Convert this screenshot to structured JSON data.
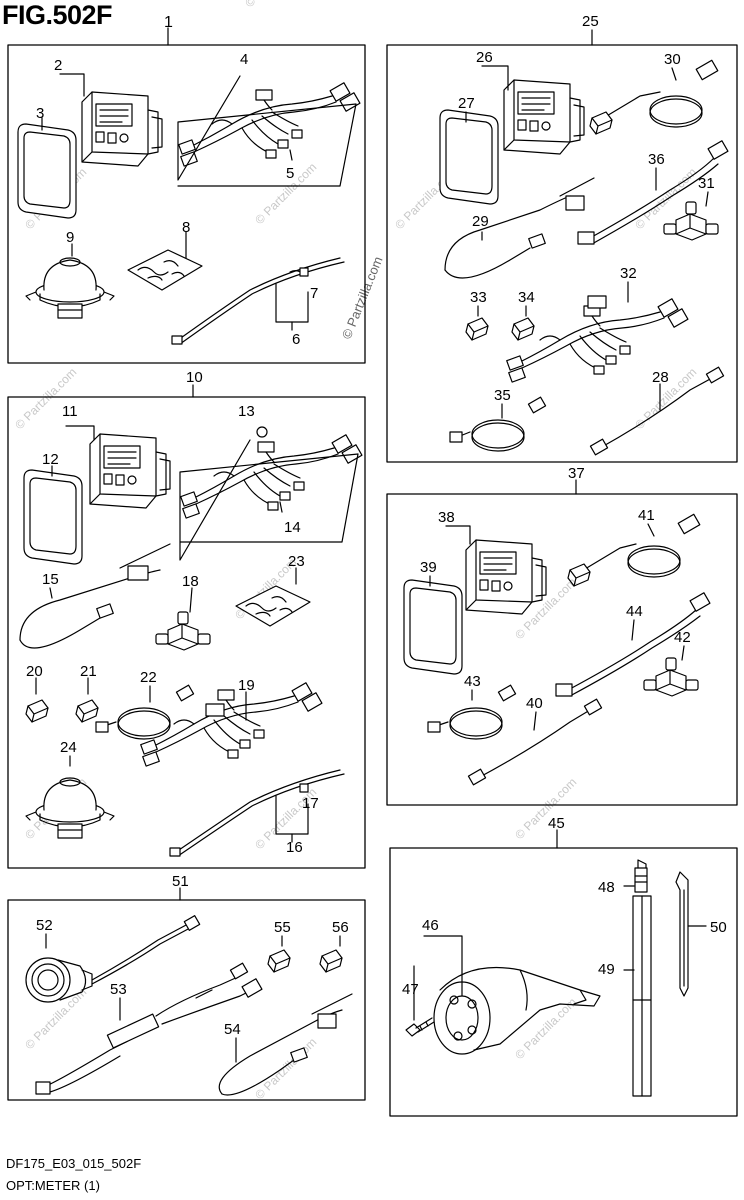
{
  "figure": {
    "title": "FIG.502F",
    "sub_number": "1",
    "code": "DF175_E03_015_502F",
    "caption": "OPT:METER (1)"
  },
  "watermark": "© Partzilla.com",
  "callouts": {
    "c1": "1",
    "c2": "2",
    "c3": "3",
    "c4": "4",
    "c5": "5",
    "c6": "6",
    "c7": "7",
    "c8": "8",
    "c9": "9",
    "c10": "10",
    "c11": "11",
    "c12": "12",
    "c13": "13",
    "c14": "14",
    "c15": "15",
    "c16": "16",
    "c17": "17",
    "c18": "18",
    "c19": "19",
    "c20": "20",
    "c21": "21",
    "c22": "22",
    "c23": "23",
    "c24": "24",
    "c25": "25",
    "c26": "26",
    "c27": "27",
    "c28": "28",
    "c29": "29",
    "c30": "30",
    "c31": "31",
    "c32": "32",
    "c33": "33",
    "c34": "34",
    "c35": "35",
    "c36": "36",
    "c37": "37",
    "c38": "38",
    "c39": "39",
    "c40": "40",
    "c41": "41",
    "c42": "42",
    "c43": "43",
    "c44": "44",
    "c45": "45",
    "c46": "46",
    "c47": "47",
    "c48": "48",
    "c49": "49",
    "c50": "50",
    "c51": "51",
    "c52": "52",
    "c53": "53",
    "c54": "54",
    "c55": "55",
    "c56": "56"
  }
}
